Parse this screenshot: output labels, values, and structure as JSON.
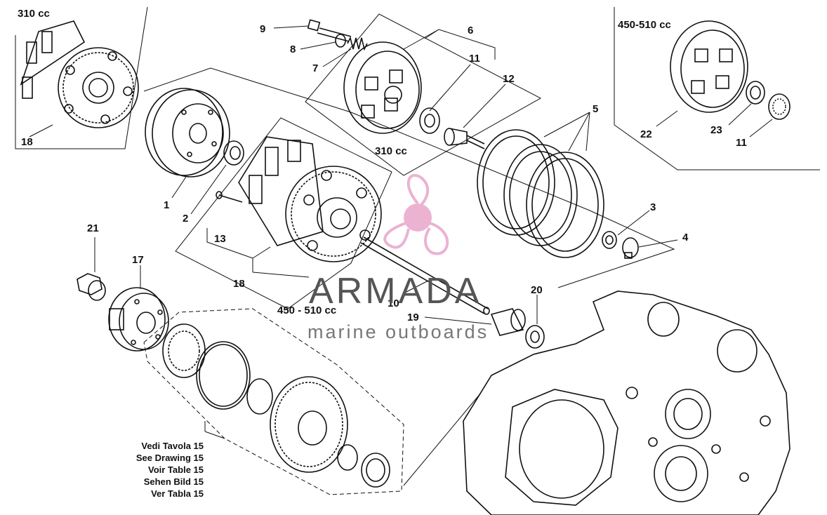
{
  "labels": {
    "cc310_top_left": "310 cc",
    "cc310_center": "310 cc",
    "cc450_510_top_right": "450-510 cc",
    "cc450_510_center": "450 - 510 cc",
    "part_1": "1",
    "part_2": "2",
    "part_3": "3",
    "part_4": "4",
    "part_5": "5",
    "part_6": "6",
    "part_7": "7",
    "part_8": "8",
    "part_9": "9",
    "part_10": "10",
    "part_11_top": "11",
    "part_11_right": "11",
    "part_12": "12",
    "part_13": "13",
    "part_17": "17",
    "part_18_left": "18",
    "part_18_center": "18",
    "part_19": "19",
    "part_20": "20",
    "part_21": "21",
    "part_22": "22",
    "part_23": "23"
  },
  "note": {
    "line1": "Vedi Tavola 15",
    "line2": "See Drawing 15",
    "line3": "Voir Table 15",
    "line4": "Sehen Bild 15",
    "line5": "Ver Tabla 15"
  },
  "watermark": {
    "brand": "ARMADA",
    "tagline": "marine outboards",
    "logo_color": "#e8a0c8"
  }
}
